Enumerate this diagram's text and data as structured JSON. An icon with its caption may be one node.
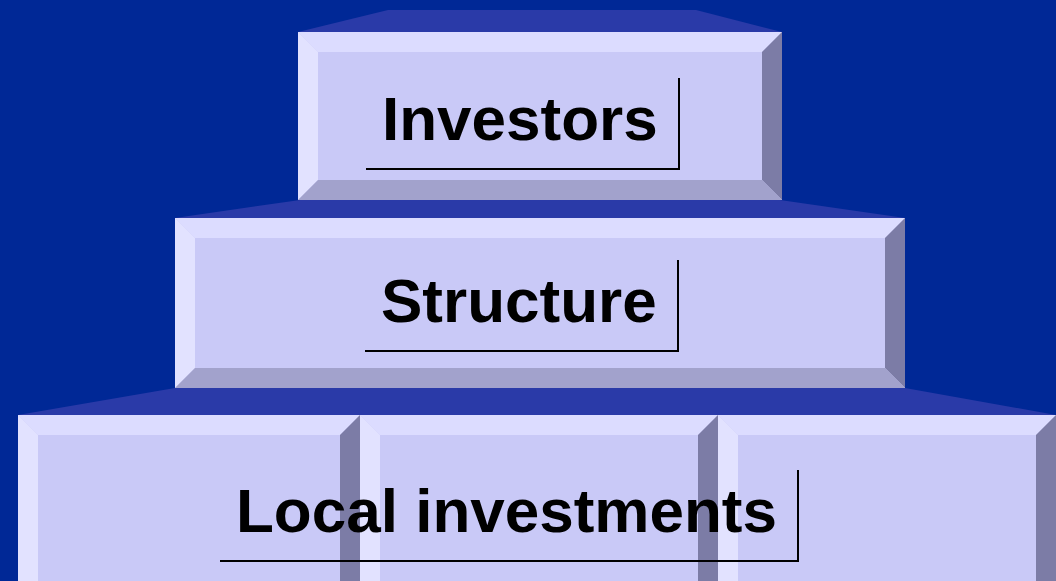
{
  "diagram": {
    "nodes": [
      {
        "text": [
          "Investors"
        ]
      },
      {
        "text": [
          "Structure"
        ]
      },
      {
        "text": [
          "Local investments"
        ]
      }
    ]
  }
}
